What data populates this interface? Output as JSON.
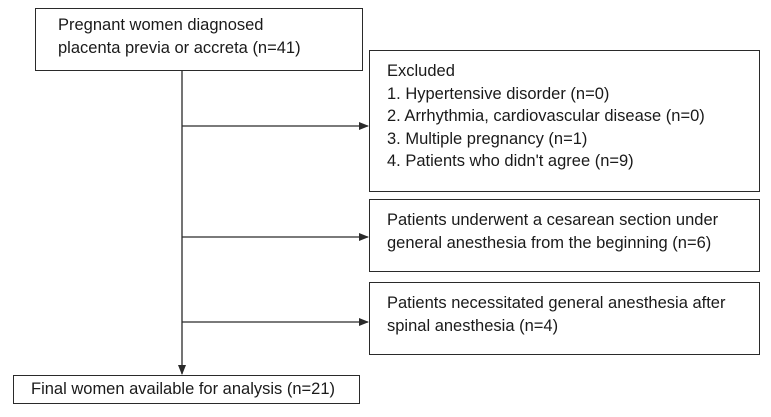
{
  "flowchart": {
    "start_box": {
      "lines": [
        "Pregnant women diagnosed",
        "placenta previa or accreta (n=41)"
      ]
    },
    "excluded_box": {
      "lines": [
        "Excluded",
        "1. Hypertensive disorder (n=0)",
        "2. Arrhythmia, cardiovascular disease (n=0)",
        "3. Multiple pregnancy (n=1)",
        "4. Patients who didn't agree (n=9)"
      ]
    },
    "general_anesthesia_box": {
      "lines": [
        "Patients underwent a cesarean section under",
        "general anesthesia from the beginning (n=6)"
      ]
    },
    "conversion_box": {
      "lines": [
        "Patients necessitated general anesthesia after",
        "spinal anesthesia (n=4)"
      ]
    },
    "final_box": {
      "lines": [
        "Final women available for analysis (n=21)"
      ]
    }
  },
  "colors": {
    "line": "#2a2a2a",
    "text": "#1a1a1a",
    "background": "#ffffff"
  }
}
